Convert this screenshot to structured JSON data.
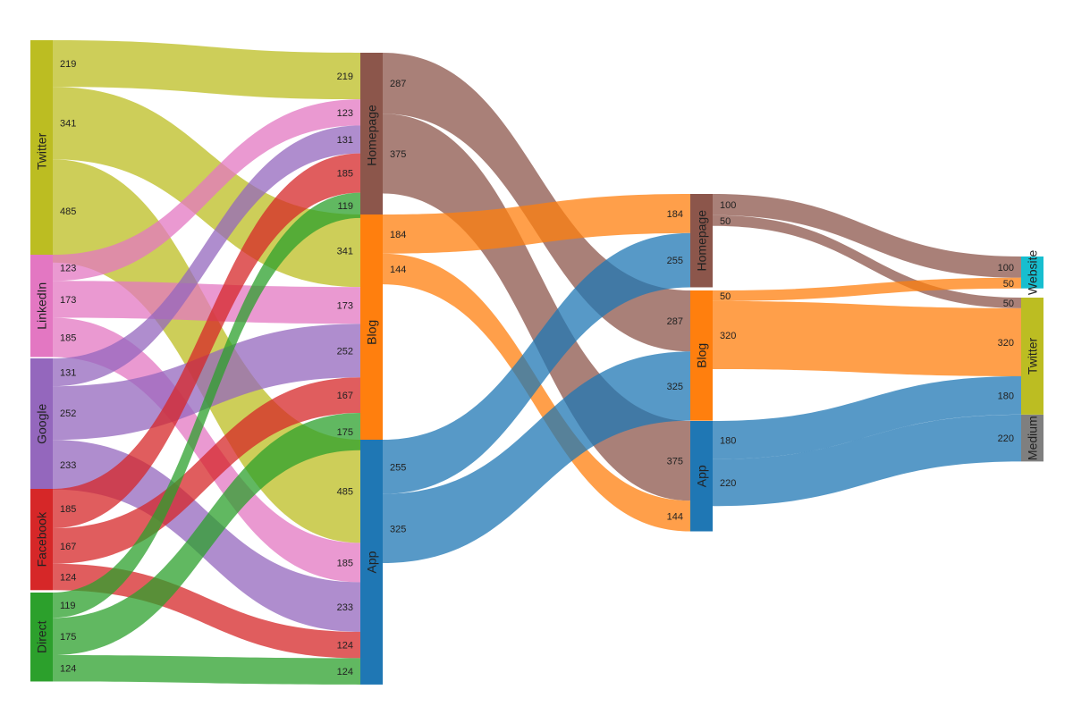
{
  "chart_data": {
    "type": "sankey",
    "nodes": [
      {
        "id": "tw1",
        "label": "Twitter",
        "color": "#bcbd22"
      },
      {
        "id": "li",
        "label": "LinkedIn",
        "color": "#e377c2"
      },
      {
        "id": "go",
        "label": "Google",
        "color": "#9467bd"
      },
      {
        "id": "fb",
        "label": "Facebook",
        "color": "#d62728"
      },
      {
        "id": "di",
        "label": "Direct",
        "color": "#2ca02c"
      },
      {
        "id": "hp1",
        "label": "Homepage",
        "color": "#8c564b"
      },
      {
        "id": "bl1",
        "label": "Blog",
        "color": "#ff7f0e"
      },
      {
        "id": "ap1",
        "label": "App",
        "color": "#1f77b4"
      },
      {
        "id": "hp2",
        "label": "Homepage",
        "color": "#8c564b"
      },
      {
        "id": "bl2",
        "label": "Blog",
        "color": "#ff7f0e"
      },
      {
        "id": "ap2",
        "label": "App",
        "color": "#1f77b4"
      },
      {
        "id": "web",
        "label": "Website",
        "color": "#17becf"
      },
      {
        "id": "tw2",
        "label": "Twitter",
        "color": "#bcbd22"
      },
      {
        "id": "me",
        "label": "Medium",
        "color": "#7f7f7f"
      }
    ],
    "links": [
      {
        "source": "tw1",
        "target": "hp1",
        "value": 219
      },
      {
        "source": "tw1",
        "target": "bl1",
        "value": 341
      },
      {
        "source": "tw1",
        "target": "ap1",
        "value": 485
      },
      {
        "source": "li",
        "target": "hp1",
        "value": 123
      },
      {
        "source": "li",
        "target": "bl1",
        "value": 173
      },
      {
        "source": "li",
        "target": "ap1",
        "value": 185
      },
      {
        "source": "go",
        "target": "hp1",
        "value": 131
      },
      {
        "source": "go",
        "target": "bl1",
        "value": 252
      },
      {
        "source": "go",
        "target": "ap1",
        "value": 233
      },
      {
        "source": "fb",
        "target": "hp1",
        "value": 185
      },
      {
        "source": "fb",
        "target": "bl1",
        "value": 167
      },
      {
        "source": "fb",
        "target": "ap1",
        "value": 124
      },
      {
        "source": "di",
        "target": "hp1",
        "value": 119
      },
      {
        "source": "di",
        "target": "bl1",
        "value": 175
      },
      {
        "source": "di",
        "target": "ap1",
        "value": 124
      },
      {
        "source": "hp1",
        "target": "bl2",
        "value": 287
      },
      {
        "source": "hp1",
        "target": "ap2",
        "value": 375
      },
      {
        "source": "bl1",
        "target": "hp2",
        "value": 184
      },
      {
        "source": "bl1",
        "target": "ap2",
        "value": 144
      },
      {
        "source": "ap1",
        "target": "hp2",
        "value": 255
      },
      {
        "source": "ap1",
        "target": "bl2",
        "value": 325
      },
      {
        "source": "hp2",
        "target": "web",
        "value": 100
      },
      {
        "source": "hp2",
        "target": "tw2",
        "value": 50
      },
      {
        "source": "bl2",
        "target": "web",
        "value": 50
      },
      {
        "source": "bl2",
        "target": "tw2",
        "value": 320
      },
      {
        "source": "ap2",
        "target": "tw2",
        "value": 180
      },
      {
        "source": "ap2",
        "target": "me",
        "value": 220
      }
    ]
  }
}
